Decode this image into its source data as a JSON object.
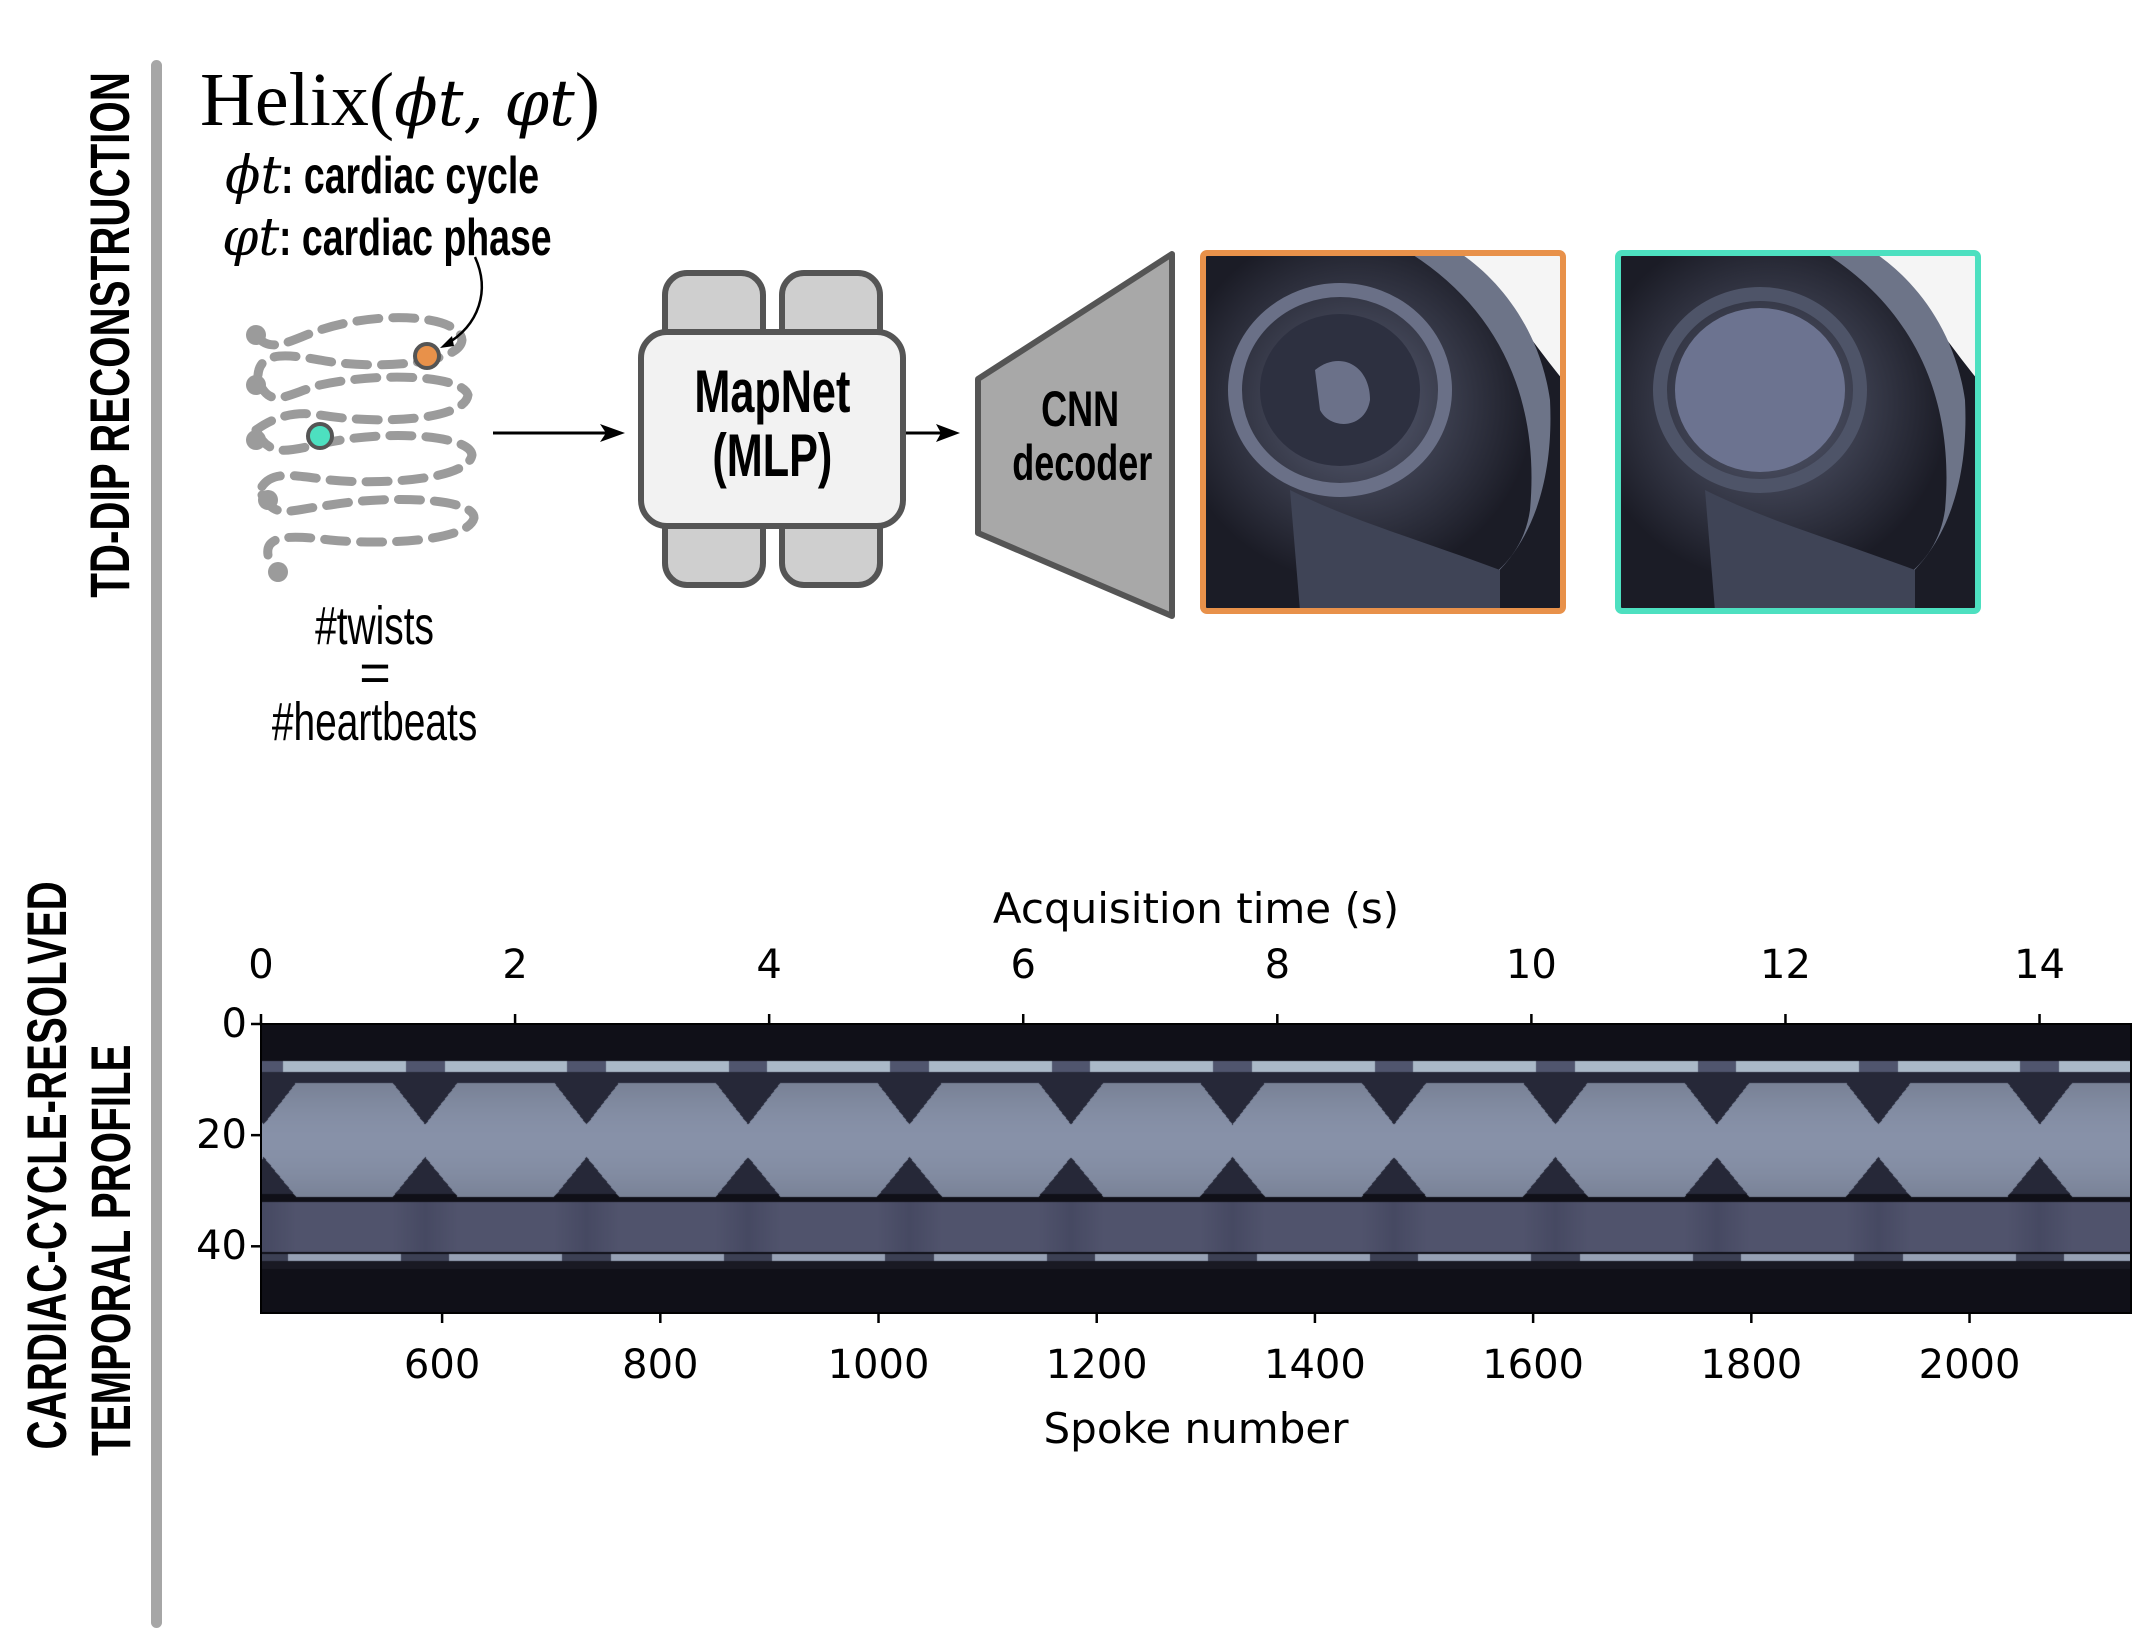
{
  "sections": {
    "top_label": "TD-DIP RECONSTRUCTION",
    "bottom_label_line1": "CARDIAC-CYCLE-RESOLVED",
    "bottom_label_line2": "TEMPORAL PROFILE"
  },
  "helix": {
    "title_prefix": "Helix(",
    "title_args": "ϕt, φt",
    "title_suffix": ")",
    "legend": [
      {
        "symbol": "ϕt",
        "text": ": cardiac cycle"
      },
      {
        "symbol": "φt",
        "text": ": cardiac phase"
      }
    ],
    "twists": "#twists",
    "equals": "=",
    "heartbeats": "#heartbeats",
    "point_colors": {
      "orange": "#e8914a",
      "green": "#4de0c0"
    }
  },
  "mapnet": {
    "line1": "MapNet",
    "line2": "(MLP)"
  },
  "decoder": {
    "line1": "CNN",
    "line2": "decoder"
  },
  "outputs": {
    "frame_colors": [
      "#e8914a",
      "#4de0c0"
    ]
  },
  "chart_data": {
    "type": "heatmap",
    "title": "",
    "top_xlabel": "Acquisition time (s)",
    "xlabel": "Spoke number",
    "ylabel": "",
    "colormap": "bone",
    "top_xlim": [
      0,
      14.72
    ],
    "top_xticks": [
      "0",
      "2",
      "4",
      "6",
      "8",
      "10",
      "12",
      "14"
    ],
    "top_xtick_values": [
      0,
      2,
      4,
      6,
      8,
      10,
      12,
      14
    ],
    "xlim": [
      434,
      2148
    ],
    "xticks": [
      "600",
      "800",
      "1000",
      "1200",
      "1400",
      "1600",
      "1800",
      "2000"
    ],
    "xtick_values": [
      600,
      800,
      1000,
      1200,
      1400,
      1600,
      1800,
      2000
    ],
    "ylim": [
      0,
      52
    ],
    "yticks": [
      "0",
      "20",
      "40"
    ],
    "ytick_values": [
      0,
      20,
      40
    ],
    "cardiac_period_spokes": 148,
    "first_narrowing_spoke": 436,
    "grid": false
  }
}
